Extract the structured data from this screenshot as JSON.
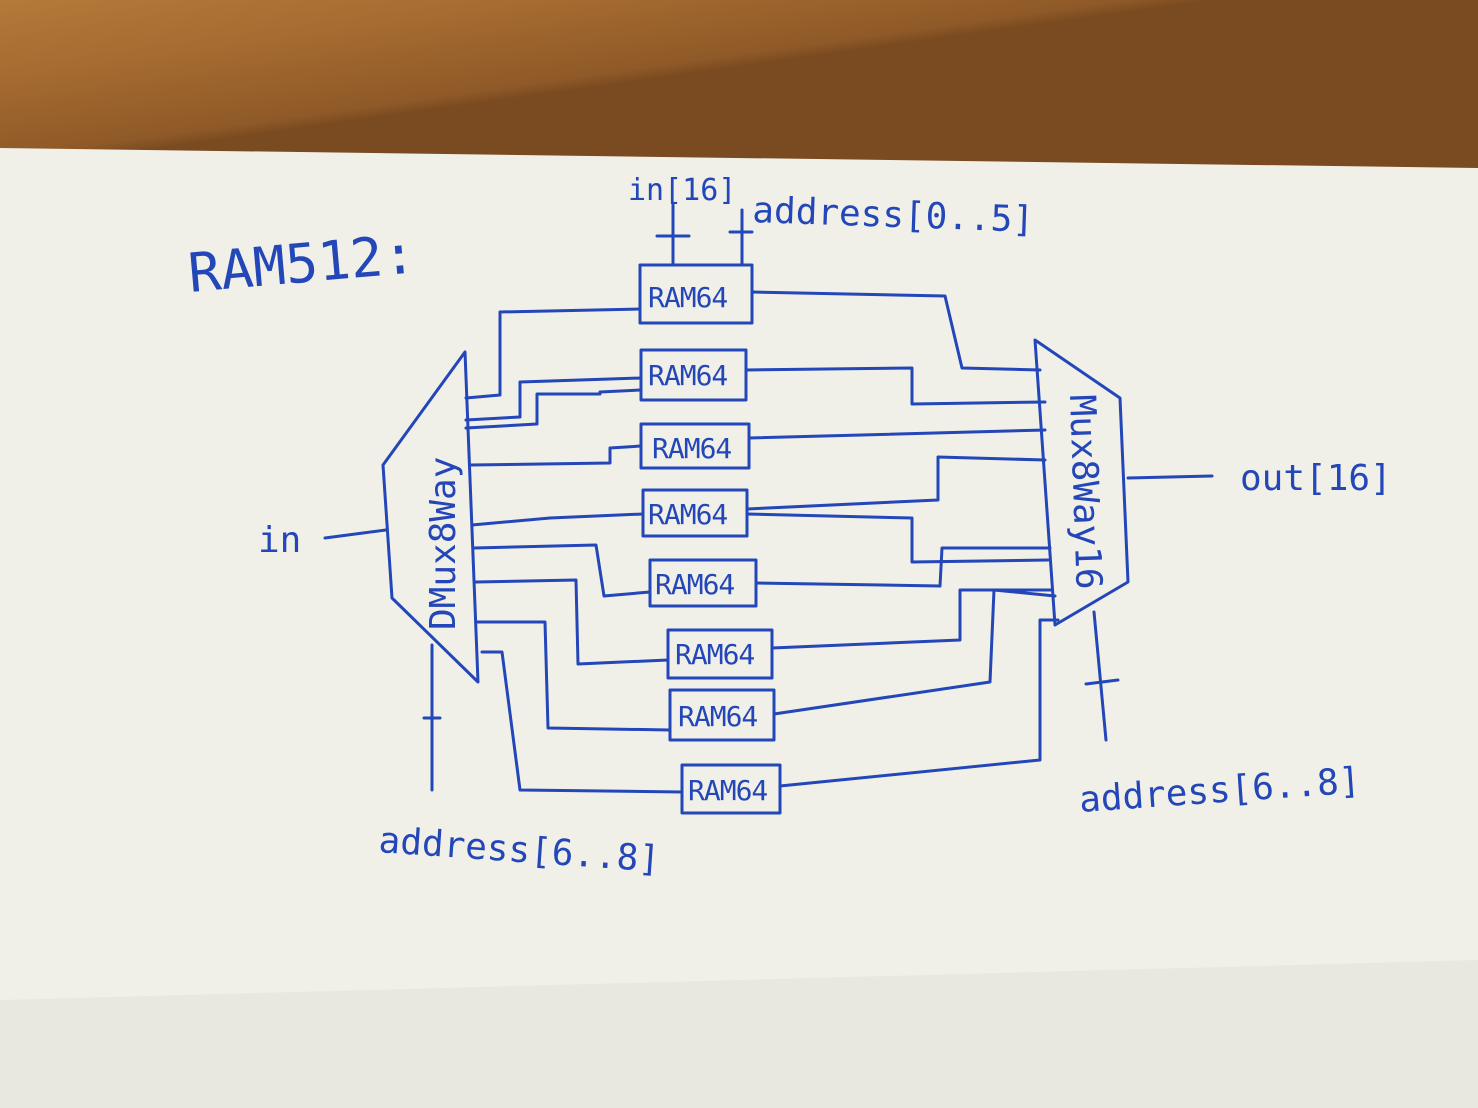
{
  "title": "RAM512:",
  "top_inputs": {
    "in": "in[16]",
    "address": "address[0..5]"
  },
  "demux": {
    "label": "DMux8Way",
    "input": "in",
    "select": "address[6..8]"
  },
  "mux": {
    "label": "Mux8Way16",
    "output": "out[16]",
    "select": "address[6..8]"
  },
  "ram_blocks": [
    "RAM64",
    "RAM64",
    "RAM64",
    "RAM64",
    "RAM64",
    "RAM64",
    "RAM64",
    "RAM64"
  ],
  "colors": {
    "ink": "#2346b8",
    "paper": "#f3f2ea",
    "desk": "#9a6430"
  }
}
